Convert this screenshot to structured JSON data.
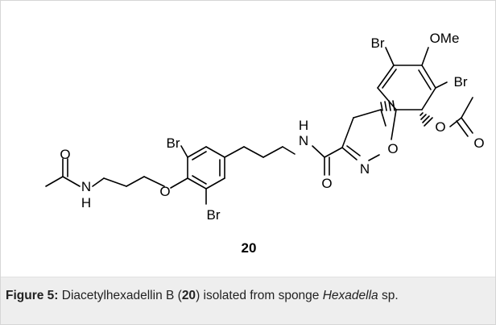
{
  "figure": {
    "atoms": {
      "br_top": "Br",
      "ome": "OMe",
      "br_right": "Br",
      "o_ring": "O",
      "n_ring": "N",
      "o_acetate": "O",
      "o_carbonyl_acetate": "O",
      "nh_amide": "H",
      "n_amide": "N",
      "o_amide": "O",
      "br_arene_top": "Br",
      "br_arene_bottom": "Br",
      "o_ether": "O",
      "o_acetamide": "O",
      "n_acetamide": "N",
      "h_acetamide": "H"
    },
    "compound_number": "20"
  },
  "caption": {
    "label": "Figure 5:",
    "text_1": " Diacetylhexadellin B (",
    "compound_ref": "20",
    "text_2": ") isolated from sponge ",
    "organism": "Hexadella",
    "text_3": " sp."
  }
}
